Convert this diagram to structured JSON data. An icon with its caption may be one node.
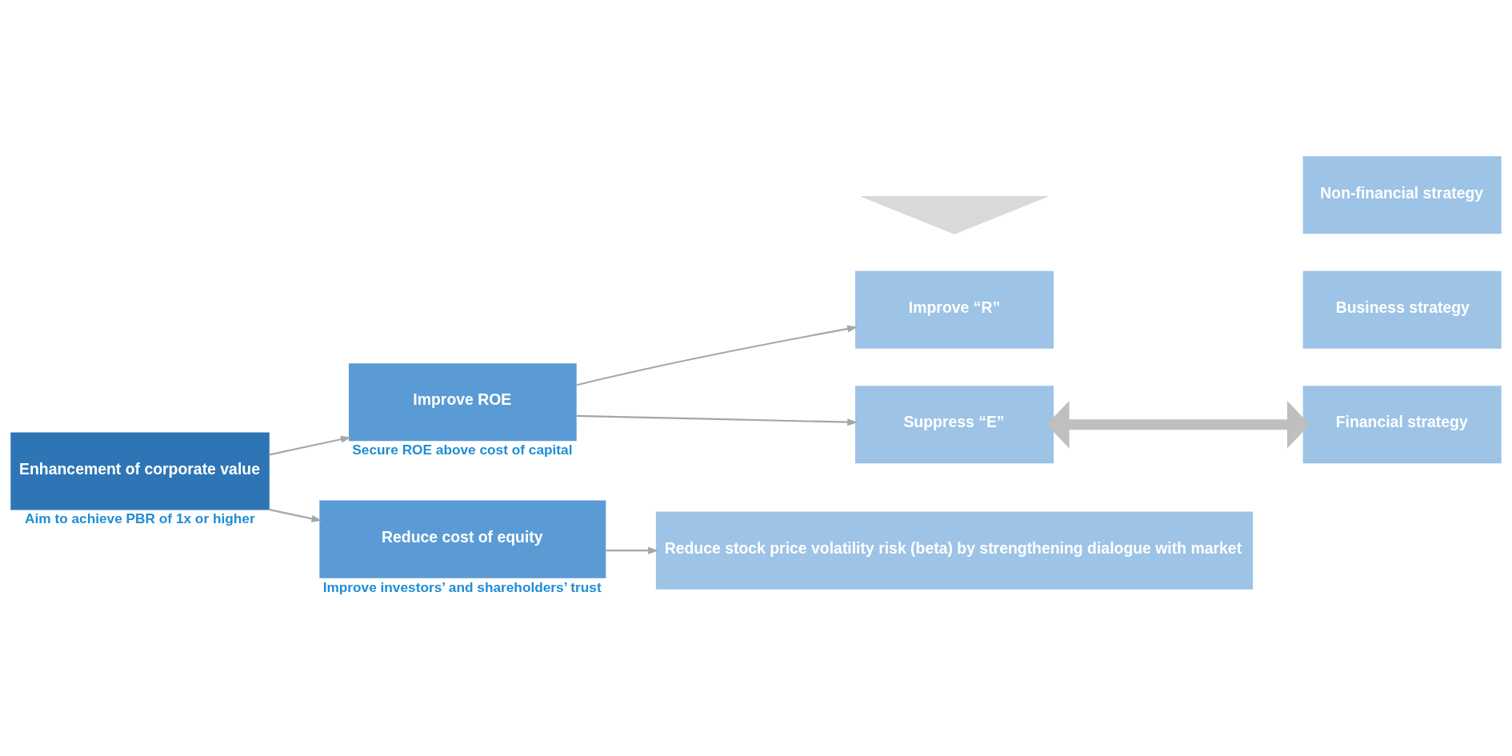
{
  "diagram": {
    "nodes": [
      {
        "text": [
          "Enhancement of corporate value"
        ],
        "beside": [
          "Aim to achieve PBR of 1x or higher"
        ]
      },
      {
        "text": [
          "Improve ROE"
        ],
        "beside": [
          "Secure ROE above cost of capital"
        ]
      },
      {
        "text": [
          "Reduce cost of equity"
        ],
        "beside": [
          "Improve investors’ and shareholders’ trust"
        ]
      },
      {
        "text": [
          "Improve “R”"
        ]
      },
      {
        "text": [
          "Suppress “E”"
        ]
      },
      {
        "text": [
          "Reduce stock price volatility risk (beta) by strengthening dialogue with market"
        ]
      },
      {
        "text": [
          "Business strategy"
        ]
      },
      {
        "text": [
          "Financial strategy"
        ]
      },
      {
        "text": [
          "Non-financial strategy"
        ]
      },
      {
        "text": [],
        "shape": "triangle"
      }
    ],
    "edges": [
      {
        "from": 0,
        "to": 1,
        "arrow": "to"
      },
      {
        "from": 0,
        "to": 2,
        "arrow": "to"
      },
      {
        "from": 1,
        "to": 3,
        "arrow": "to"
      },
      {
        "from": 1,
        "to": 4,
        "arrow": "to"
      },
      {
        "from": 2,
        "to": 5,
        "arrow": "to"
      },
      {
        "from": 4,
        "to": 7,
        "arrow": "both",
        "style": "thick",
        "color": "#bfbfbf"
      }
    ]
  }
}
